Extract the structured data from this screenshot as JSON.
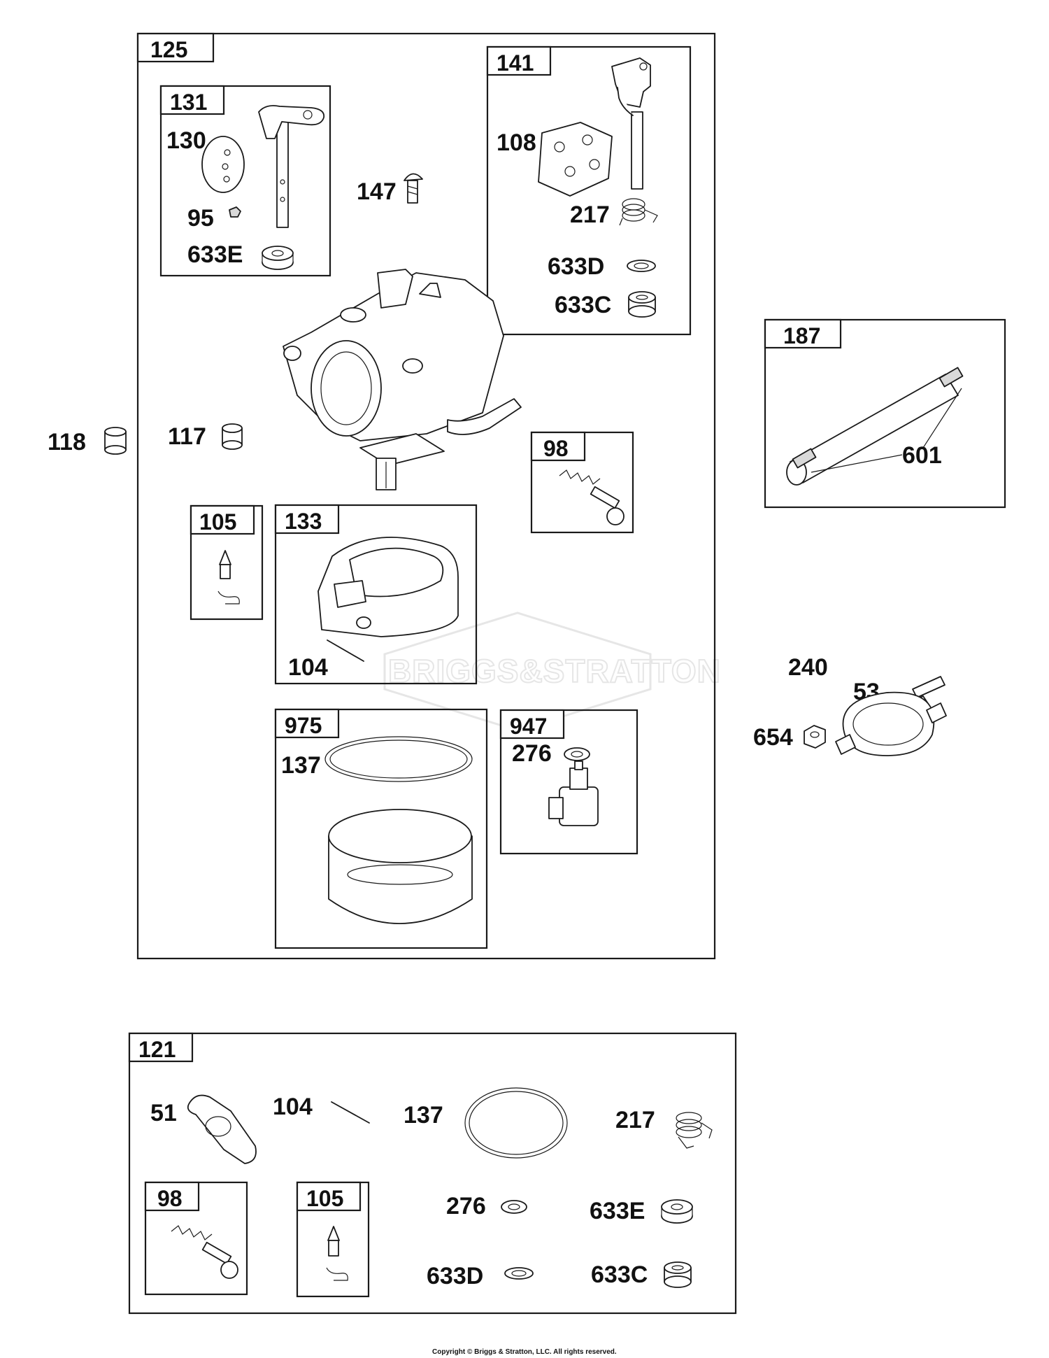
{
  "watermark": "BRIGGS&STRATTON",
  "copyright": "Copyright © Briggs & Stratton, LLC. All rights reserved.",
  "groups": {
    "g125": "125",
    "g131": "131",
    "g141": "141",
    "g98a": "98",
    "g105a": "105",
    "g133": "133",
    "g975": "975",
    "g947": "947",
    "g187": "187",
    "g121": "121",
    "g98b": "98",
    "g105b": "105"
  },
  "parts": {
    "p130": "130",
    "p95": "95",
    "p633e_a": "633E",
    "p147": "147",
    "p108": "108",
    "p217_a": "217",
    "p633d_a": "633D",
    "p633c_a": "633C",
    "p654": "654",
    "p53": "53",
    "p118": "118",
    "p117": "117",
    "p601": "601",
    "p104_a": "104",
    "p240": "240",
    "p137_a": "137",
    "p276_a": "276",
    "p51": "51",
    "p104_b": "104",
    "p137_b": "137",
    "p217_b": "217",
    "p276_b": "276",
    "p633e_b": "633E",
    "p633d_b": "633D",
    "p633c_b": "633C"
  }
}
